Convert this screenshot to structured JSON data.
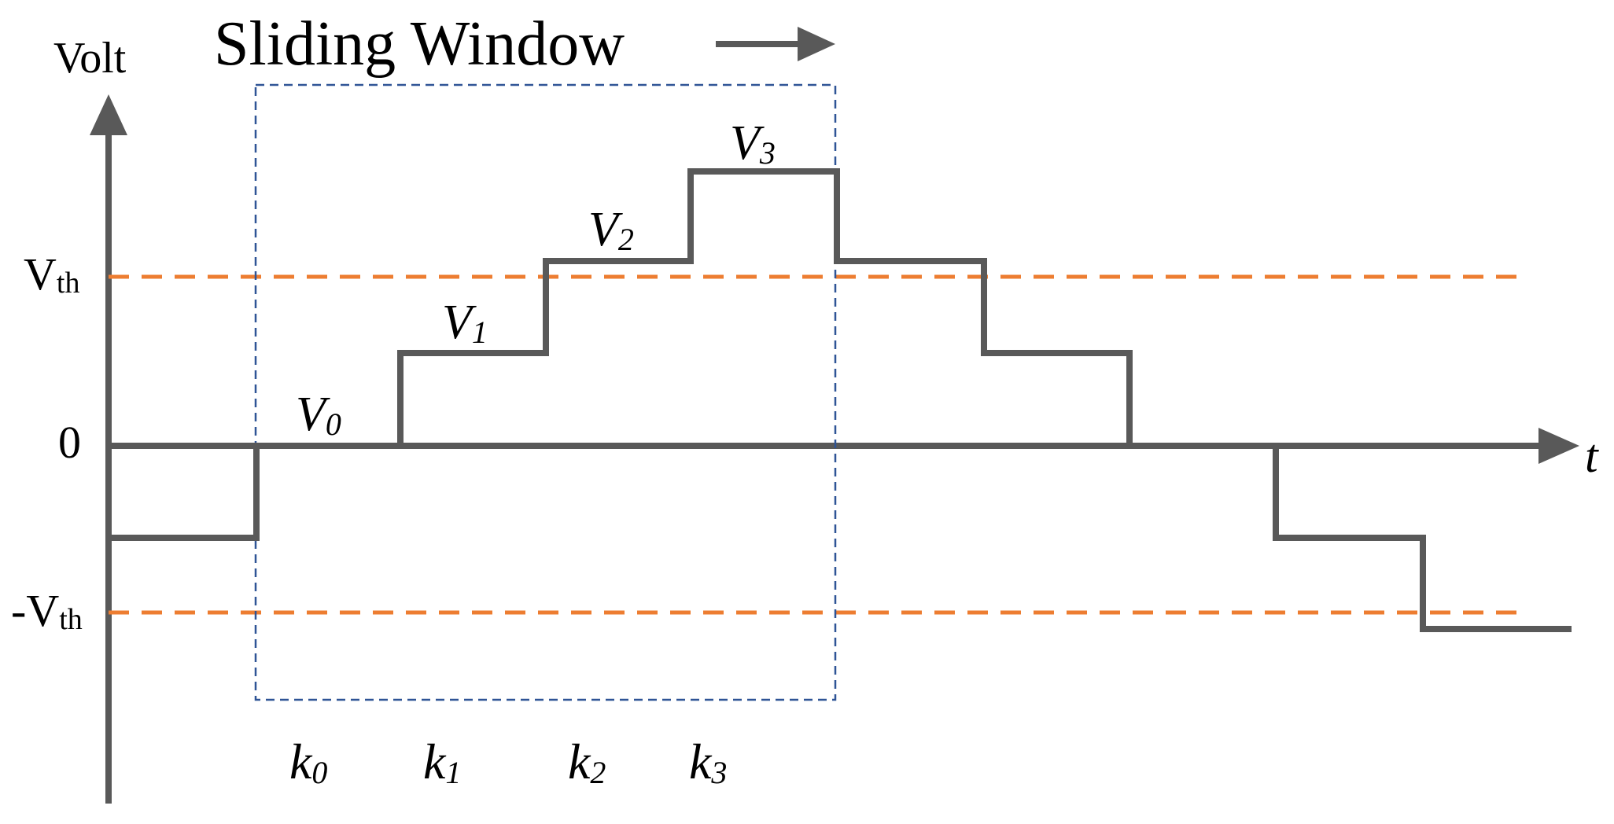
{
  "title": "Sliding Window",
  "y_axis_label": "Volt",
  "x_axis_label": "t",
  "y_ticks": {
    "vth": {
      "main": "V",
      "sub": "th"
    },
    "zero": "0",
    "neg_vth": {
      "main": "-V",
      "sub": "th"
    }
  },
  "step_labels": [
    {
      "main": "V",
      "sub": "0"
    },
    {
      "main": "V",
      "sub": "1"
    },
    {
      "main": "V",
      "sub": "2"
    },
    {
      "main": "V",
      "sub": "3"
    }
  ],
  "k_labels": [
    {
      "main": "k",
      "sub": "0"
    },
    {
      "main": "k",
      "sub": "1"
    },
    {
      "main": "k",
      "sub": "2"
    },
    {
      "main": "k",
      "sub": "3"
    }
  ],
  "colors": {
    "signal": "#595959",
    "threshold": "#ED7D31",
    "window": "#2F5496",
    "axis": "#595959"
  }
}
